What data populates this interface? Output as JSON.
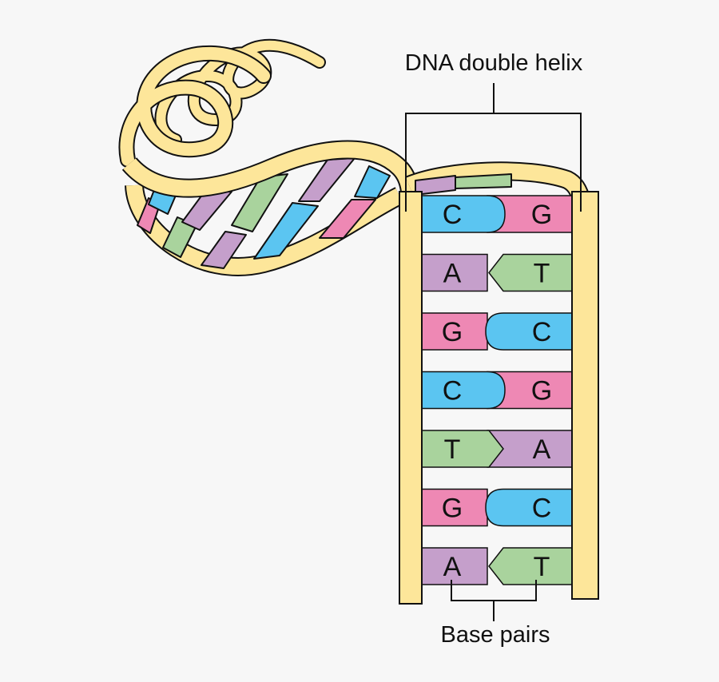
{
  "colors": {
    "background": "#f7f7f7",
    "backbone": "#fde69a",
    "backbone_stroke": "#111111",
    "A": "#c59fcb",
    "T": "#a9d39d",
    "G": "#ee88b4",
    "C": "#5bc5f1"
  },
  "labels": {
    "top": "DNA double helix",
    "bottom": "Base pairs"
  },
  "base_pairs": [
    {
      "left": "C",
      "right": "G"
    },
    {
      "left": "A",
      "right": "T"
    },
    {
      "left": "G",
      "right": "C"
    },
    {
      "left": "C",
      "right": "G"
    },
    {
      "left": "T",
      "right": "A"
    },
    {
      "left": "G",
      "right": "C"
    },
    {
      "left": "A",
      "right": "T"
    }
  ]
}
